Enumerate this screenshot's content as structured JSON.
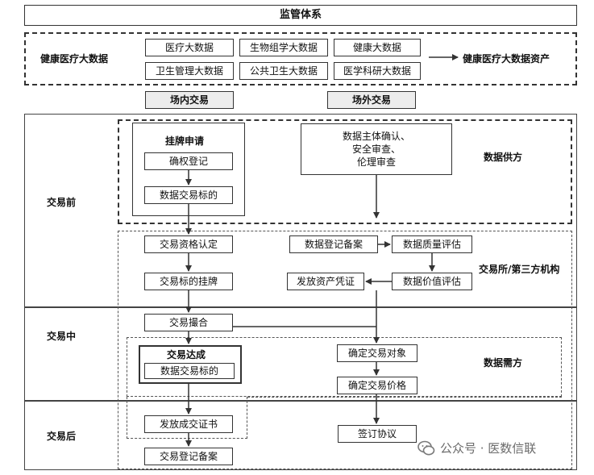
{
  "title": "监管体系",
  "sources": {
    "group_label": "健康医疗大数据",
    "items": [
      "医疗大数据",
      "生物组学大数据",
      "健康大数据",
      "卫生管理大数据",
      "公共卫生大数据",
      "医学科研大数据"
    ],
    "asset_label": "健康医疗大数据资产"
  },
  "channels": {
    "onsite": "场内交易",
    "offsite": "场外交易"
  },
  "phases": {
    "before": "交易前",
    "during": "交易中",
    "after": "交易后"
  },
  "roles": {
    "supplier": "数据供方",
    "exchange": "交易所/第三方机构",
    "demander": "数据需方"
  },
  "listing": {
    "title": "挂牌申请",
    "step1": "确权登记",
    "step2": "数据交易标的"
  },
  "supplier_check": [
    "数据主体确认、",
    "安全审查、",
    "伦理审查"
  ],
  "steps": {
    "qualification": "交易资格认定",
    "target_listing": "交易标的挂牌",
    "registration_filing": "数据登记备案",
    "quality_eval": "数据质量评估",
    "value_eval": "数据价值评估",
    "asset_certificate": "发放资产凭证",
    "matching": "交易撮合",
    "deal_title": "交易达成",
    "deal_target": "数据交易标的",
    "confirm_object": "确定交易对象",
    "confirm_price": "确定交易价格",
    "issue_certificate": "发放成交证书",
    "sign_agreement": "签订协议",
    "trade_filing": "交易登记备案"
  },
  "watermark": "公众号 · 医数信联"
}
